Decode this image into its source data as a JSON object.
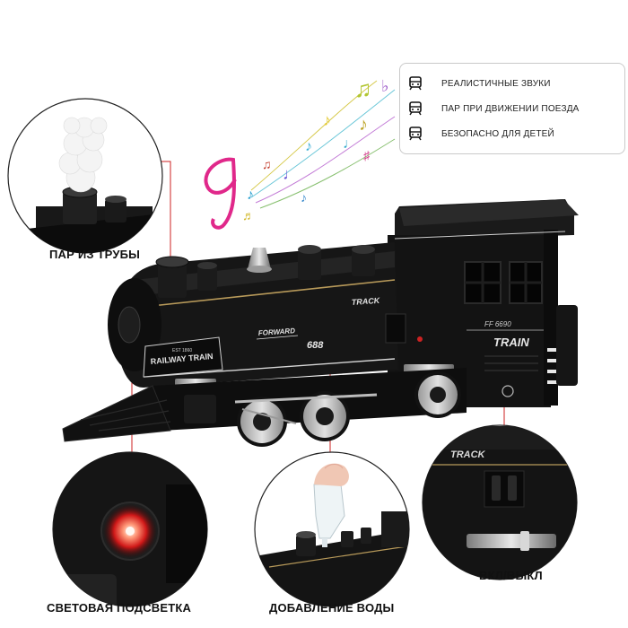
{
  "features": [
    {
      "icon": "train-icon",
      "text": "РЕАЛИСТИЧНЫЕ ЗВУКИ"
    },
    {
      "icon": "train-icon",
      "text": "ПАР ПРИ ДВИЖЕНИИ ПОЕЗДА"
    },
    {
      "icon": "train-icon",
      "text": "БЕЗОПАСНО ДЛЯ ДЕТЕЙ"
    }
  ],
  "callouts": {
    "steam": "ПАР ИЗ ТРУБЫ",
    "light": "СВЕТОВАЯ ПОДСВЕТКА",
    "water": "ДОБАВЛЕНИЕ ВОДЫ",
    "power": "ВКЛ/ВЫКЛ"
  },
  "train_labels": {
    "plate_top": "EST 1860",
    "plate_main": "RAILWAY TRAIN",
    "forward": "FORWARD",
    "track": "TRACK",
    "number": "688",
    "cab_code": "FF 6690",
    "cab_name": "TRAIN",
    "detail_track": "TRACK"
  },
  "colors": {
    "accent": "#cc2222",
    "body": "#141414",
    "music_pink": "#e0288a"
  }
}
